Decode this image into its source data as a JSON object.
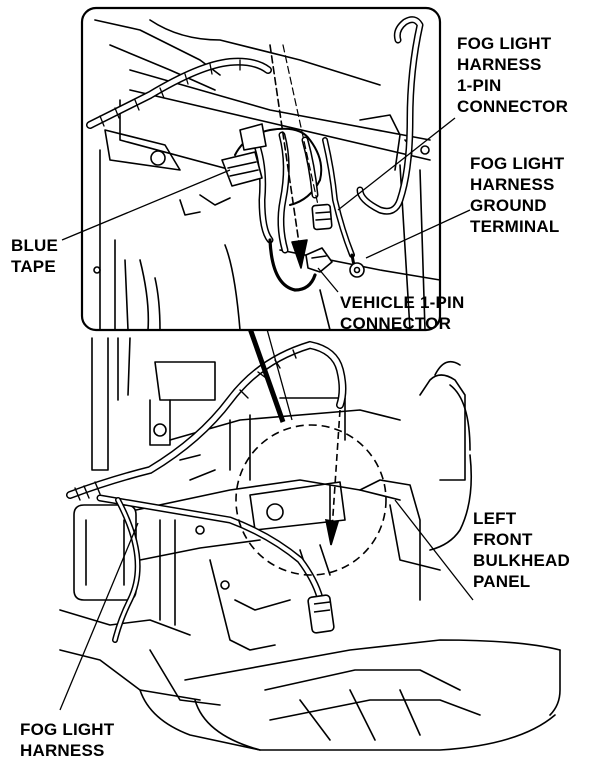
{
  "labels": {
    "fog_light_harness_connector": [
      "FOG LIGHT",
      "HARNESS",
      "1-PIN",
      "CONNECTOR"
    ],
    "fog_light_harness_ground": [
      "FOG LIGHT",
      "HARNESS",
      "GROUND",
      "TERMINAL"
    ],
    "blue_tape": [
      "BLUE",
      "TAPE"
    ],
    "vehicle_connector": [
      "VEHICLE 1-PIN",
      "CONNECTOR"
    ],
    "left_front_bulkhead": [
      "LEFT",
      "FRONT",
      "BULKHEAD",
      "PANEL"
    ],
    "fog_light_harness": [
      "FOG LIGHT",
      "HARNESS"
    ]
  }
}
